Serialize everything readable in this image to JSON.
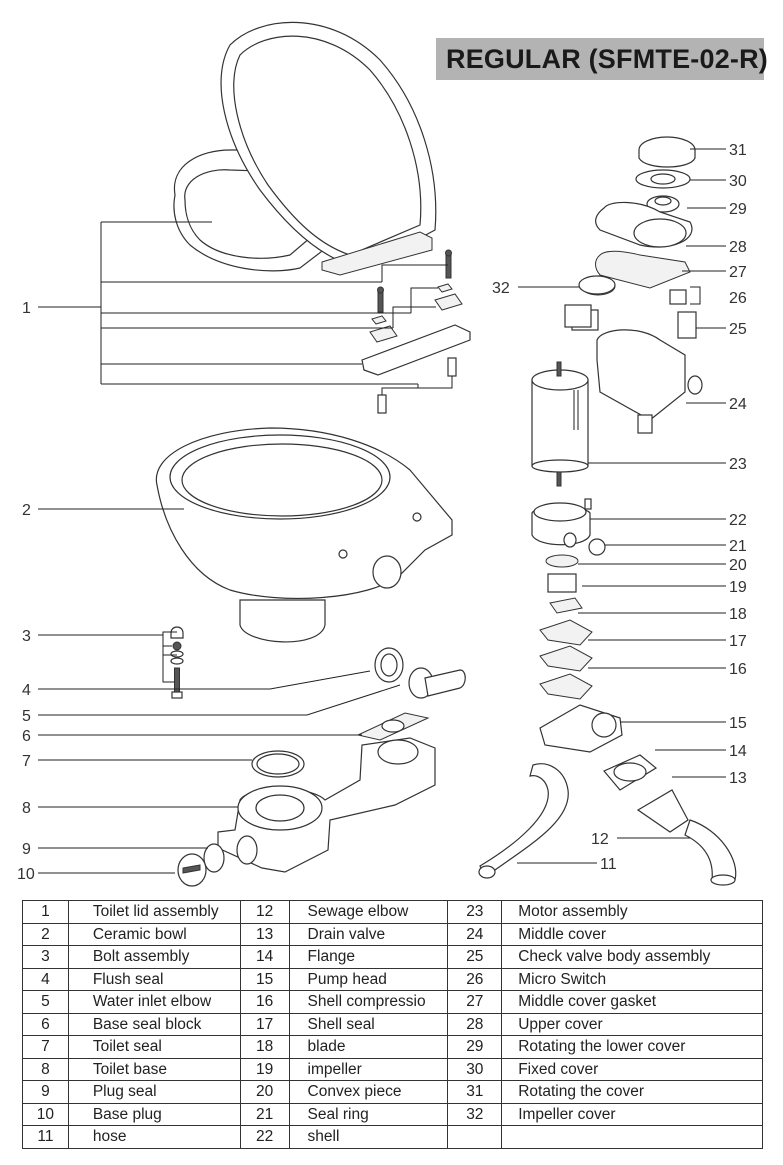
{
  "title": "REGULAR (SFMTE-02-R)",
  "callouts": [
    "1",
    "2",
    "3",
    "4",
    "5",
    "6",
    "7",
    "8",
    "9",
    "10",
    "11",
    "12",
    "13",
    "14",
    "15",
    "16",
    "17",
    "18",
    "19",
    "20",
    "21",
    "22",
    "23",
    "24",
    "25",
    "26",
    "27",
    "28",
    "29",
    "30",
    "31",
    "32"
  ],
  "parts_table": {
    "rows": [
      [
        {
          "num": "1",
          "name": "Toilet lid assembly"
        },
        {
          "num": "12",
          "name": "Sewage elbow"
        },
        {
          "num": "23",
          "name": "Motor assembly"
        }
      ],
      [
        {
          "num": "2",
          "name": "Ceramic bowl"
        },
        {
          "num": "13",
          "name": "Drain valve"
        },
        {
          "num": "24",
          "name": "Middle cover"
        }
      ],
      [
        {
          "num": "3",
          "name": "Bolt assembly"
        },
        {
          "num": "14",
          "name": "Flange"
        },
        {
          "num": "25",
          "name": "Check valve body assembly"
        }
      ],
      [
        {
          "num": "4",
          "name": "Flush seal"
        },
        {
          "num": "15",
          "name": "Pump head"
        },
        {
          "num": "26",
          "name": "Micro Switch"
        }
      ],
      [
        {
          "num": "5",
          "name": "Water inlet elbow"
        },
        {
          "num": "16",
          "name": "Shell compressio"
        },
        {
          "num": "27",
          "name": "Middle cover gasket"
        }
      ],
      [
        {
          "num": "6",
          "name": "Base seal block"
        },
        {
          "num": "17",
          "name": "Shell seal"
        },
        {
          "num": "28",
          "name": "Upper cover"
        }
      ],
      [
        {
          "num": "7",
          "name": "Toilet seal"
        },
        {
          "num": "18",
          "name": "blade"
        },
        {
          "num": "29",
          "name": "Rotating the lower cover"
        }
      ],
      [
        {
          "num": "8",
          "name": "Toilet base"
        },
        {
          "num": "19",
          "name": "impeller"
        },
        {
          "num": "30",
          "name": "Fixed cover"
        }
      ],
      [
        {
          "num": "9",
          "name": "Plug seal"
        },
        {
          "num": "20",
          "name": "Convex piece"
        },
        {
          "num": "31",
          "name": "Rotating the cover"
        }
      ],
      [
        {
          "num": "10",
          "name": "Base plug"
        },
        {
          "num": "21",
          "name": "Seal ring"
        },
        {
          "num": "32",
          "name": "Impeller cover"
        }
      ],
      [
        {
          "num": "11",
          "name": "hose"
        },
        {
          "num": "22",
          "name": "shell"
        },
        {
          "num": "",
          "name": ""
        }
      ]
    ]
  }
}
